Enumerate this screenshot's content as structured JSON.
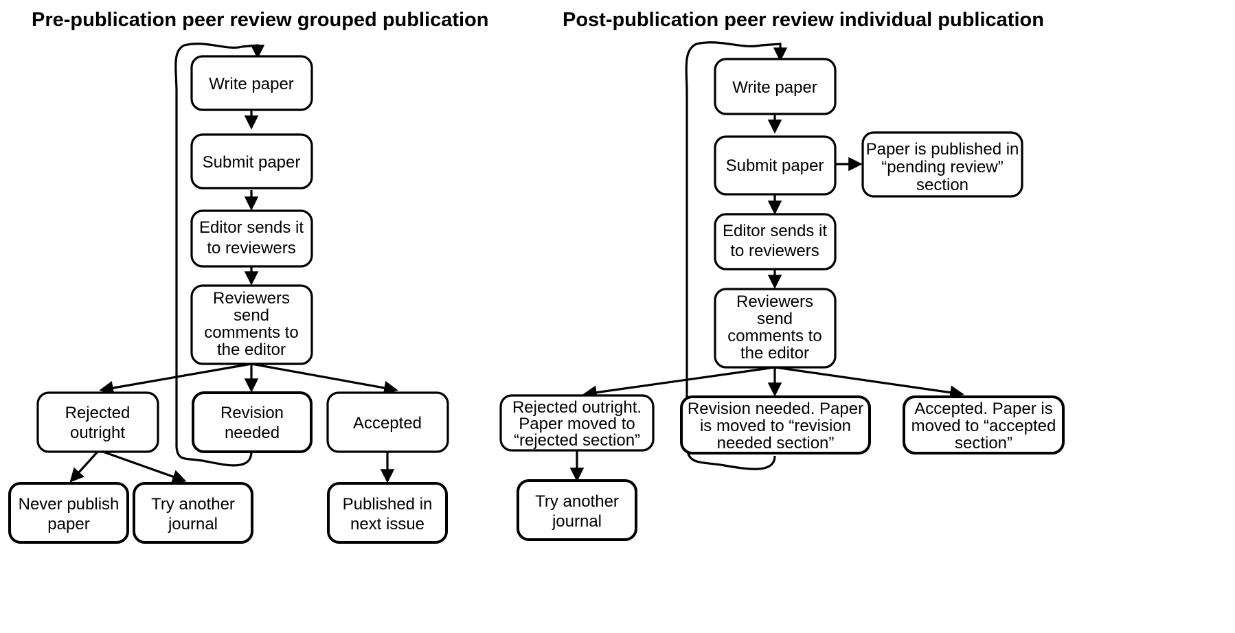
{
  "panels": [
    {
      "id": "pre-publication",
      "title": "Pre-publication peer review grouped publication",
      "nodes": [
        {
          "id": "write-paper",
          "label": "Write paper",
          "fill": "#ffffff"
        },
        {
          "id": "submit-paper",
          "label": "Submit paper",
          "fill": "#ffffff"
        },
        {
          "id": "editor-sends",
          "label": "Editor sends it\nto reviewers",
          "fill": "#ffffff"
        },
        {
          "id": "reviewers-send",
          "label": "Reviewers\nsend\ncomments to\nthe editor",
          "fill": "#ffffff"
        },
        {
          "id": "rejected-outright",
          "label": "Rejected\noutright",
          "fill": "#ffffff"
        },
        {
          "id": "revision-needed",
          "label": "Revision\nneeded",
          "fill": "#ffff00"
        },
        {
          "id": "accepted",
          "label": "Accepted",
          "fill": "#ffffff"
        },
        {
          "id": "never-publish",
          "label": "Never publish\npaper",
          "fill": "#ff0000"
        },
        {
          "id": "try-another",
          "label": "Try another\njournal",
          "fill": "#ffff00"
        },
        {
          "id": "published-next",
          "label": "Published in\nnext issue",
          "fill": "#00e000"
        }
      ]
    },
    {
      "id": "post-publication",
      "title": "Post-publication peer review individual publication",
      "nodes": [
        {
          "id": "write-paper-2",
          "label": "Write paper",
          "fill": "#ffffff"
        },
        {
          "id": "submit-paper-2",
          "label": "Submit paper",
          "fill": "#ffffff"
        },
        {
          "id": "pending-review",
          "label": "Paper is published in\n“pending review”\nsection",
          "fill": "#ffffff"
        },
        {
          "id": "editor-sends-2",
          "label": "Editor sends it\nto reviewers",
          "fill": "#ffffff"
        },
        {
          "id": "reviewers-send-2",
          "label": "Reviewers\nsend\ncomments to\nthe editor",
          "fill": "#ffffff"
        },
        {
          "id": "rejected-section",
          "label": "Rejected outright.\nPaper moved to\n“rejected section”",
          "fill": "#ffffff"
        },
        {
          "id": "revision-section",
          "label": "Revision needed. Paper\nis moved to “revision\nneeded section”",
          "fill": "#ffff00"
        },
        {
          "id": "accepted-section",
          "label": "Accepted. Paper is\nmoved to “accepted\nsection”",
          "fill": "#00e000"
        },
        {
          "id": "try-another-2",
          "label": "Try another\njournal",
          "fill": "#ffff00"
        }
      ]
    }
  ],
  "colors": {
    "yellow": "#ffff00",
    "red": "#ff0000",
    "green": "#00e000",
    "white": "#ffffff",
    "stroke": "#000000"
  }
}
